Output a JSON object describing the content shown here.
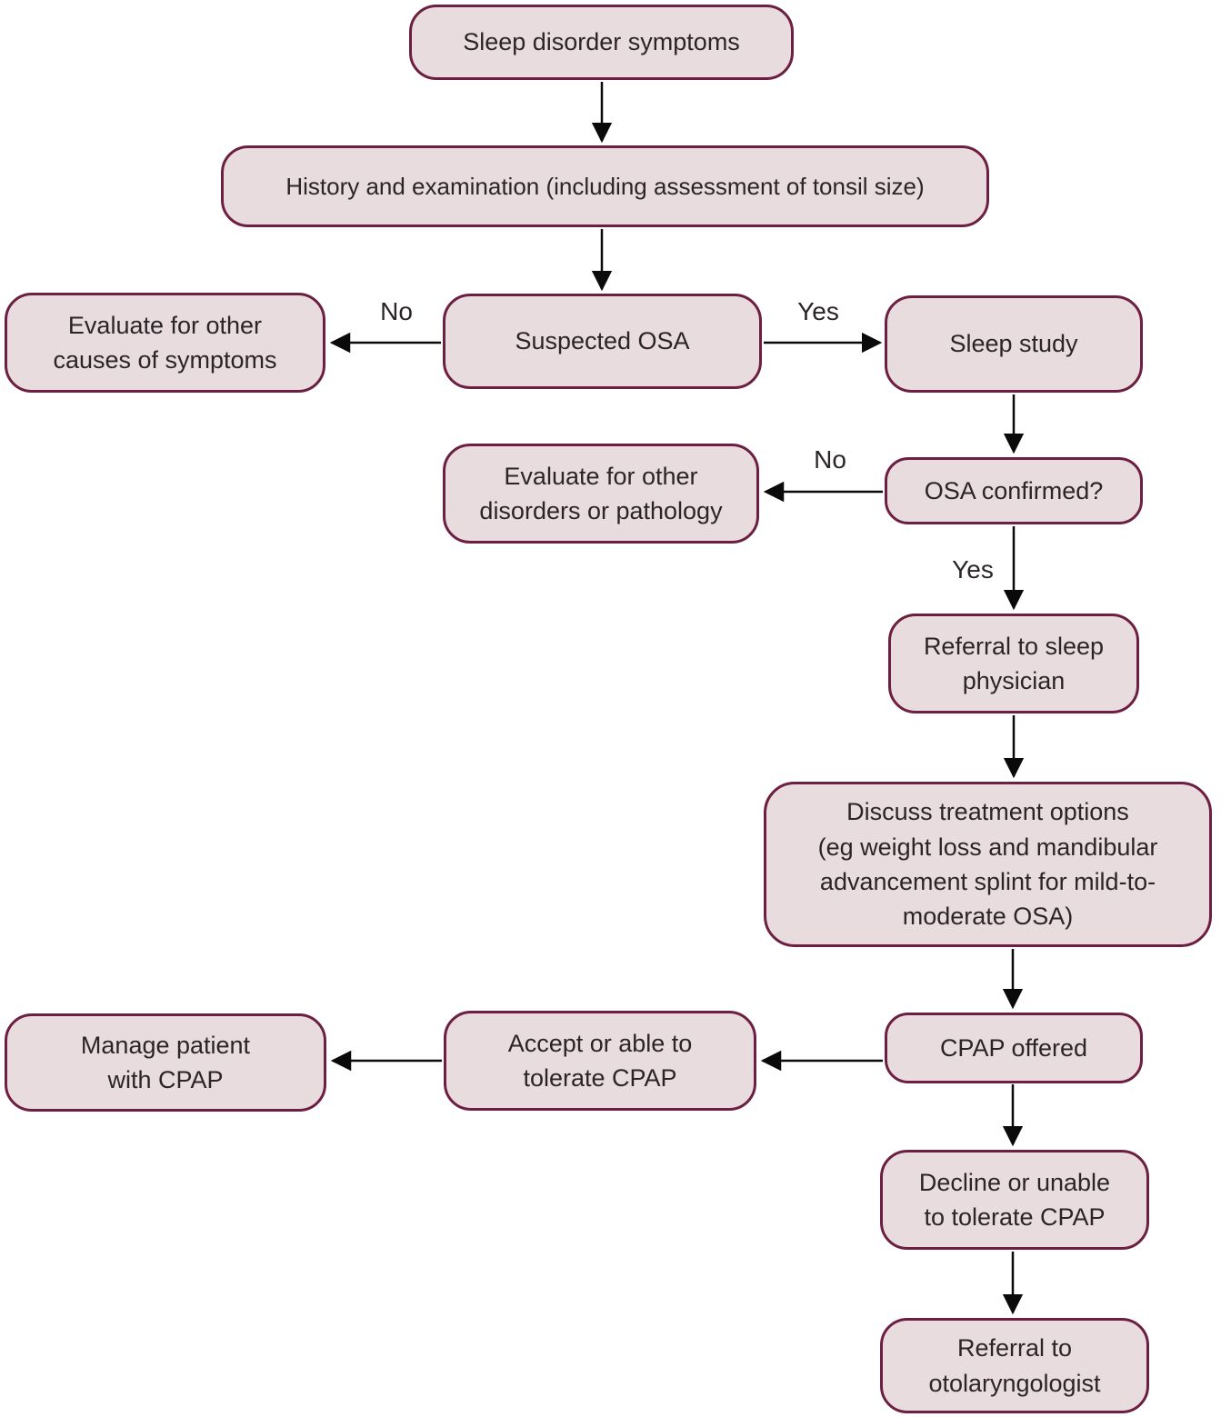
{
  "colors": {
    "box_fill": "#e8dcdf",
    "box_border": "#6c1f41",
    "text": "#2b2527",
    "arrow": "#0a0a0a"
  },
  "nodes": {
    "sleep_disorder_symptoms": {
      "label": [
        "Sleep disorder symptoms"
      ]
    },
    "history_examination": {
      "label": [
        "History and examination (including assessment of tonsil size)"
      ]
    },
    "evaluate_other_causes": {
      "label": [
        "Evaluate for other",
        "causes of symptoms"
      ]
    },
    "suspected_osa": {
      "label": [
        "Suspected OSA"
      ]
    },
    "sleep_study": {
      "label": [
        "Sleep study"
      ]
    },
    "evaluate_other_disorders": {
      "label": [
        "Evaluate for other",
        "disorders or pathology"
      ]
    },
    "osa_confirmed": {
      "label": [
        "OSA confirmed?"
      ]
    },
    "referral_sleep_physician": {
      "label": [
        "Referral to sleep",
        "physician"
      ]
    },
    "discuss_treatment": {
      "label": [
        "Discuss treatment options",
        "(eg weight loss and mandibular",
        "advancement splint for mild-to-",
        "moderate OSA)"
      ]
    },
    "cpap_offered": {
      "label": [
        "CPAP offered"
      ]
    },
    "accept_tolerate_cpap": {
      "label": [
        "Accept or able to",
        "tolerate CPAP"
      ]
    },
    "manage_with_cpap": {
      "label": [
        "Manage patient",
        "with CPAP"
      ]
    },
    "decline_cpap": {
      "label": [
        "Decline or unable",
        "to tolerate CPAP"
      ]
    },
    "referral_otolaryngologist": {
      "label": [
        "Referral to",
        "otolaryngologist"
      ]
    }
  },
  "edge_labels": {
    "suspected_osa_no": "No",
    "suspected_osa_yes": "Yes",
    "osa_confirmed_no": "No",
    "osa_confirmed_yes": "Yes"
  }
}
